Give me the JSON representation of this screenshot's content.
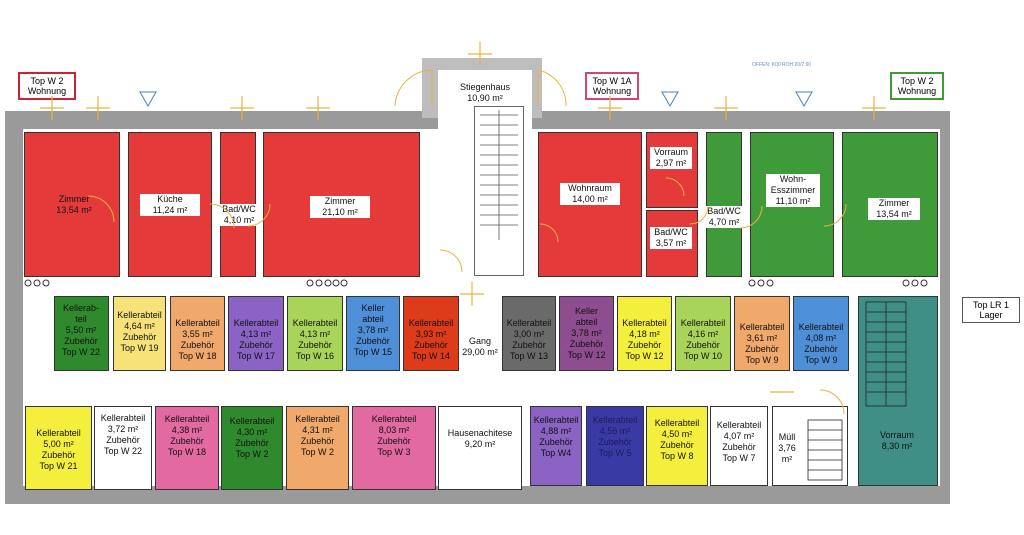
{
  "colors": {
    "red": "#e53a3a",
    "green": "#3f9a3a",
    "dark_green": "#2f8a2e",
    "teal": "#3f8f86",
    "yellow": "#f4ef3c",
    "light_yellow": "#f7e27a",
    "salmon": "#f0a86b",
    "purple": "#8a63c4",
    "lime": "#a9d45a",
    "blue": "#4f8fd8",
    "gray": "#6a6a6a",
    "plum": "#8d4d8f",
    "pink": "#e36aa0",
    "orange_red": "#dd3b1a",
    "navy": "#3a3aa5",
    "white": "#ffffff"
  },
  "tags": [
    {
      "id": "top-w2-left",
      "line1": "Top W 2",
      "line2": "Wohnung",
      "border": "#c23"
    },
    {
      "id": "top-w1a",
      "line1": "Top W 1A",
      "line2": "Wohnung",
      "border": "#d0457a"
    },
    {
      "id": "top-w2-right",
      "line1": "Top W 2",
      "line2": "Wohnung",
      "border": "#3f9a3a"
    },
    {
      "id": "top-lr1",
      "line1": "Top LR 1",
      "line2": "Lager",
      "border": "#555"
    }
  ],
  "stair_label": {
    "name": "Stiegenhaus",
    "area": "10,90 m²"
  },
  "corridor_label": {
    "name": "Gang",
    "area": "29,00 m²"
  },
  "top_note": "OFFEN: K00 ROH 20/7.90",
  "rooms_top": [
    {
      "id": "zimmer-left",
      "color": "red",
      "lines": [
        "Zimmer",
        "13,54 m²"
      ]
    },
    {
      "id": "kueche",
      "color": "red",
      "lines": [
        "Küche",
        "11,24 m²"
      ]
    },
    {
      "id": "badwc-left",
      "color": "red",
      "lines": [
        "Bad/WC",
        "4,10 m²"
      ]
    },
    {
      "id": "zimmer-mid",
      "color": "red",
      "lines": [
        "Zimmer",
        "21,10 m²"
      ]
    },
    {
      "id": "wohnraum",
      "color": "red",
      "lines": [
        "Wohnraum",
        "14,00 m²"
      ]
    },
    {
      "id": "vorraum-w1a",
      "color": "red",
      "lines": [
        "Vorraum",
        "2,97 m²"
      ]
    },
    {
      "id": "badwc-w1a",
      "color": "red",
      "lines": [
        "Bad/WC",
        "3,57 m²"
      ]
    },
    {
      "id": "badwc-right",
      "color": "green",
      "lines": [
        "Bad/WC",
        "4,70 m²"
      ]
    },
    {
      "id": "wohn-ess",
      "color": "green",
      "lines": [
        "Wohn-",
        "Esszimmer",
        "11,10 m²"
      ]
    },
    {
      "id": "zimmer-right",
      "color": "green",
      "lines": [
        "Zimmer",
        "13,54 m²"
      ]
    }
  ],
  "cellar_row1": [
    {
      "id": "ka-w22a",
      "color": "dark_green",
      "lines": [
        "Kellerab-",
        "teil",
        "5,50 m²",
        "Zubehör",
        "Top W 22"
      ]
    },
    {
      "id": "ka-w19",
      "color": "light_yellow",
      "lines": [
        "Kellerabteil",
        "4,64 m²",
        "Zubehör",
        "Top W 19"
      ]
    },
    {
      "id": "ka-w18a",
      "color": "salmon",
      "lines": [
        "Kellerabteil",
        "3,55 m²",
        "Zubehör",
        "Top W 18"
      ]
    },
    {
      "id": "ka-w17",
      "color": "purple",
      "lines": [
        "Kellerabteil",
        "4,13 m²",
        "Zubehör",
        "Top W 17"
      ]
    },
    {
      "id": "ka-w16",
      "color": "lime",
      "lines": [
        "Kellerabteil",
        "4,13 m²",
        "Zubehör",
        "Top W 16"
      ]
    },
    {
      "id": "ka-w15",
      "color": "blue",
      "lines": [
        "Keller",
        "abteil",
        "3,78 m²",
        "Zubehör",
        "Top W 15"
      ]
    },
    {
      "id": "ka-w14",
      "color": "orange_red",
      "lines": [
        "Kellerabteil",
        "3,93 m²",
        "Zubehör",
        "Top W 14"
      ]
    },
    {
      "id": "ka-w13",
      "color": "gray",
      "lines": [
        "Kellerabteil",
        "3,00 m²",
        "Zubehör",
        "Top W 13"
      ]
    },
    {
      "id": "ka-w12a",
      "color": "plum",
      "lines": [
        "Keller",
        "abteil",
        "3,78 m²",
        "Zubehör",
        "Top W 12"
      ]
    },
    {
      "id": "ka-w12b",
      "color": "yellow",
      "lines": [
        "Kellerabteil",
        "4,18 m²",
        "Zubehör",
        "Top W 12"
      ]
    },
    {
      "id": "ka-w10",
      "color": "lime",
      "lines": [
        "Kellerabteil",
        "4,16 m²",
        "Zubehör",
        "Top W 10"
      ]
    },
    {
      "id": "ka-w9a",
      "color": "salmon",
      "lines": [
        "Kellerabteil",
        "3,61 m²",
        "Zubehör",
        "Top W 9"
      ]
    },
    {
      "id": "ka-w9b",
      "color": "blue",
      "lines": [
        "Kellerabteil",
        "4,08 m²",
        "Zubehör",
        "Top W 9"
      ]
    }
  ],
  "cellar_row2": [
    {
      "id": "ka-w21",
      "color": "yellow",
      "lines": [
        "Kellerabteil",
        "5,00 m²",
        "Zubehör",
        "Top W 21"
      ]
    },
    {
      "id": "ka-w22b",
      "color": "white",
      "lines": [
        "Kellerabteil",
        "3,72 m²",
        "Zubehör",
        "Top W 22"
      ]
    },
    {
      "id": "ka-w18b",
      "color": "pink",
      "lines": [
        "Kellerabteil",
        "4,38 m²",
        "Zubehör",
        "Top W 18"
      ]
    },
    {
      "id": "ka-w2a",
      "color": "dark_green",
      "lines": [
        "Kellerabteil",
        "4,30 m²",
        "Zubehör",
        "Top W 2"
      ]
    },
    {
      "id": "ka-w2b",
      "color": "salmon",
      "lines": [
        "Kellerabteil",
        "4,31 m²",
        "Zubehör",
        "Top W 2"
      ]
    },
    {
      "id": "ka-w3",
      "color": "pink",
      "lines": [
        "Kellerabteil",
        "8,03 m²",
        "Zubehör",
        "Top W 3"
      ]
    },
    {
      "id": "hausreinigung",
      "color": "white",
      "lines": [
        "Hausenachitese",
        "9,20 m²"
      ]
    },
    {
      "id": "ka-w4",
      "color": "purple",
      "lines": [
        "Kellerabteil",
        "4,88 m²",
        "Zubehör",
        "Top W4"
      ]
    },
    {
      "id": "ka-w5",
      "color": "navy",
      "lines": [
        "Kellerabteil",
        "4,56 m²",
        "Zubehör",
        "Top W 5"
      ]
    },
    {
      "id": "ka-w8",
      "color": "yellow",
      "lines": [
        "Kellerabteil",
        "4,50 m²",
        "Zubehör",
        "Top W 8"
      ]
    },
    {
      "id": "ka-w7",
      "color": "white",
      "lines": [
        "Kellerabteil",
        "4,07 m²",
        "Zubehör",
        "Top W 7"
      ]
    },
    {
      "id": "muell",
      "color": "white",
      "lines": [
        "Müll",
        "3,76",
        "m²"
      ]
    },
    {
      "id": "vorraum-lr",
      "color": "teal",
      "lines": [
        "Vorraum",
        "8,30 m²"
      ]
    }
  ]
}
